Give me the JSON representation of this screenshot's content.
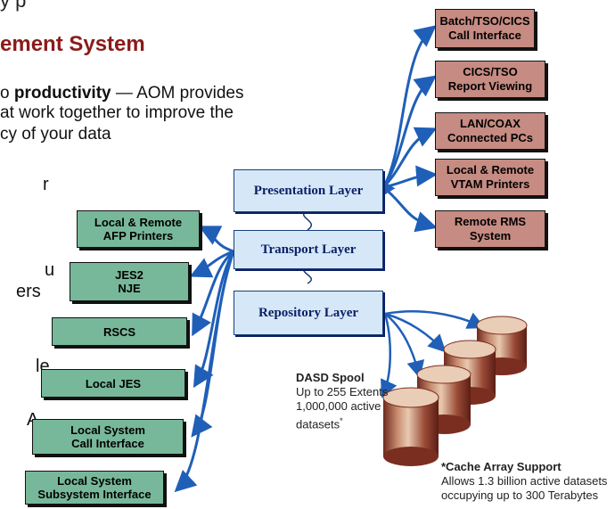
{
  "header": {
    "top_fragment": "y p",
    "title": "ement System"
  },
  "intro": {
    "line1_bold": "productivity",
    "line1_prefix": "o ",
    "line1_rest": " — AOM provides",
    "line2": "at work together to improve the",
    "line3": "cy of your data"
  },
  "left_fragments": [
    "r",
    "u",
    "ers",
    "le",
    "A"
  ],
  "layers": [
    "Presentation Layer",
    "Transport Layer",
    "Repository Layer"
  ],
  "left_boxes": [
    "Local & Remote\nAFP Printers",
    "JES2\nNJE",
    "RSCS",
    "Local JES",
    "Local System\nCall Interface",
    "Local System\nSubsystem Interface"
  ],
  "right_boxes": [
    "Batch/TSO/CICS\nCall Interface",
    "CICS/TSO\nReport Viewing",
    "LAN/COAX\nConnected PCs",
    "Local & Remote\nVTAM Printers",
    "Remote RMS\nSystem"
  ],
  "dasd": {
    "title": "DASD Spool",
    "line1": "Up to 255 Extents",
    "line2": "1,000,000 active",
    "line3": "datasets",
    "note_mark": "*"
  },
  "cache": {
    "title": "*Cache Array Support",
    "line1": "Allows 1.3 billion active datasets",
    "line2": "occupying up to 300 Terabytes"
  },
  "colors": {
    "title": "#8b1a1a",
    "left_box_fill": "#78b89a",
    "right_box_fill": "#c68b82",
    "layer_fill": "#d6e8f8",
    "arrow": "#1f5fb8",
    "layer_text": "#0b1f66"
  }
}
